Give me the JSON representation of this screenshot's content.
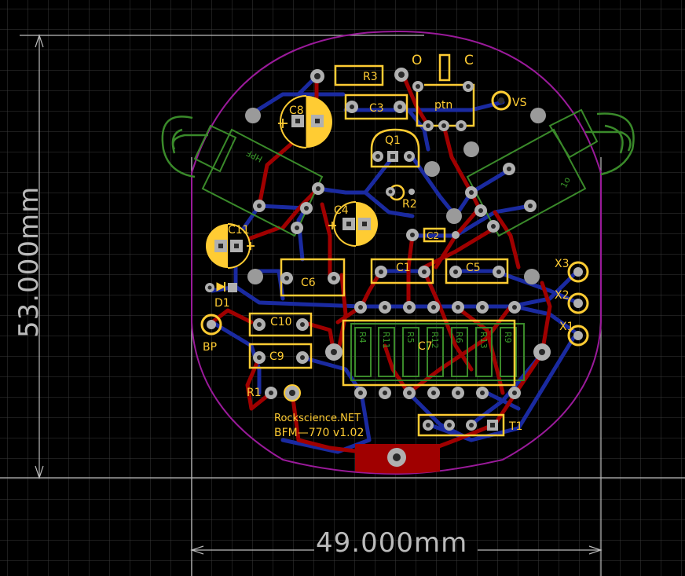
{
  "dimensions": {
    "height_label": "53.000mm",
    "width_label": "49.000mm"
  },
  "board": {
    "brand": "Rockscience.NET",
    "model": "BFM—770  v1.02"
  },
  "switch_labels": {
    "open": "O",
    "closed": "C"
  },
  "components": {
    "R3": "R3",
    "C3": "C3",
    "C8": "C8",
    "ptn": "ptn",
    "VS": "VS",
    "Q1": "Q1",
    "R2": "R2",
    "C4": "C4",
    "C2": "C2",
    "C11": "C11",
    "C6": "C6",
    "C1": "C1",
    "C5": "C5",
    "D1": "D1",
    "C10": "C10",
    "BP": "BP",
    "C9": "C9",
    "C7": "C7",
    "R1": "R1",
    "T1": "T1",
    "X1": "X1",
    "X2": "X2",
    "X3": "X3"
  },
  "jacks": {
    "left_label": "HPF",
    "right_label": "1o"
  },
  "resistor_array": [
    "R4",
    "R11",
    "R5",
    "R12",
    "R6",
    "R13",
    "R9"
  ],
  "colors": {
    "background": "#000000",
    "grid": "#3a3a3a",
    "silkscreen": "#ffcc33",
    "top_copper": "#a00000",
    "bottom_copper": "#1a2aa0",
    "outline": "#9a1a9a",
    "jack_outline": "#3a8a2a",
    "dimension": "#bbbbbb"
  }
}
